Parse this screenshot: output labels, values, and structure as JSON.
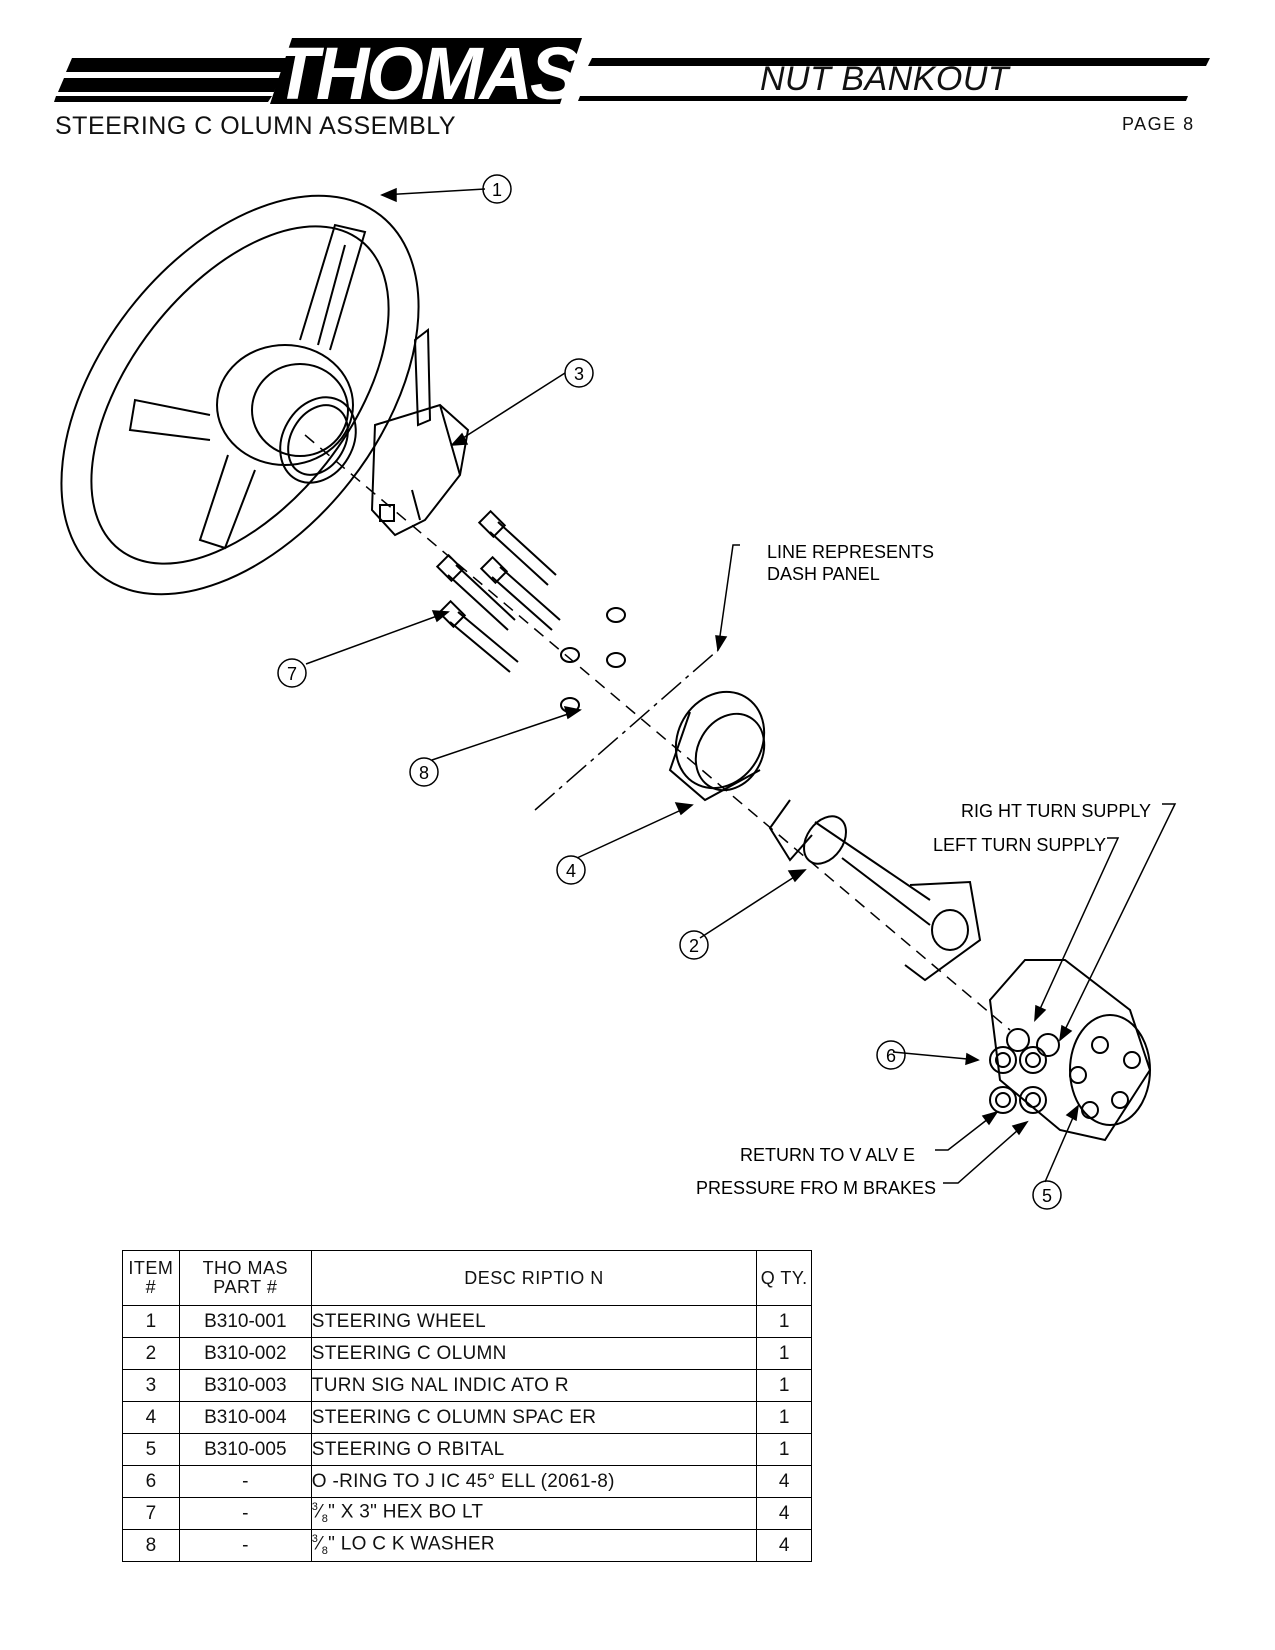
{
  "header": {
    "brand": "THOMAS",
    "product": "NUT BANKOUT",
    "section_title": "STEERING  C OLUMN ASSEMBLY",
    "page_label": "PAGE 8"
  },
  "diagram": {
    "callouts": [
      "1",
      "2",
      "3",
      "4",
      "5",
      "6",
      "7",
      "8"
    ],
    "notes": {
      "dash_panel_1": "LINE REPRESENTS",
      "dash_panel_2": "DASH PANEL",
      "right_turn": "RIG HT TURN SUPPLY",
      "left_turn": "LEFT TURN SUPPLY",
      "return_valve": "RETURN TO  V ALV E",
      "pressure": "PRESSURE FRO M BRAKES"
    }
  },
  "parts_table": {
    "headers": {
      "item_1": "ITEM",
      "item_2": "#",
      "part_1": "THO MAS",
      "part_2": "PART #",
      "description": "DESC RIPTIO N",
      "qty": "Q TY."
    },
    "rows": [
      {
        "item": "1",
        "part": "B310-001",
        "description": "STEERING  WHEEL",
        "qty": "1"
      },
      {
        "item": "2",
        "part": "B310-002",
        "description": "STEERING  C OLUMN",
        "qty": "1"
      },
      {
        "item": "3",
        "part": "B310-003",
        "description": "TURN SIG NAL INDIC ATO R",
        "qty": "1"
      },
      {
        "item": "4",
        "part": "B310-004",
        "description": "STEERING  C OLUMN SPAC ER",
        "qty": "1"
      },
      {
        "item": "5",
        "part": "B310-005",
        "description": "STEERING  O RBITAL",
        "qty": "1"
      },
      {
        "item": "6",
        "part": "-",
        "description": "O -RING  TO  J IC  45° ELL (2061-8)",
        "qty": "4"
      },
      {
        "item": "7",
        "part": "-",
        "fraction_num": "3",
        "fraction_den": "8",
        "description": "\" X 3\" HEX BO LT",
        "qty": "4"
      },
      {
        "item": "8",
        "part": "-",
        "fraction_num": "3",
        "fraction_den": "8",
        "description": "\" LO C K WASHER",
        "qty": "4"
      }
    ]
  }
}
